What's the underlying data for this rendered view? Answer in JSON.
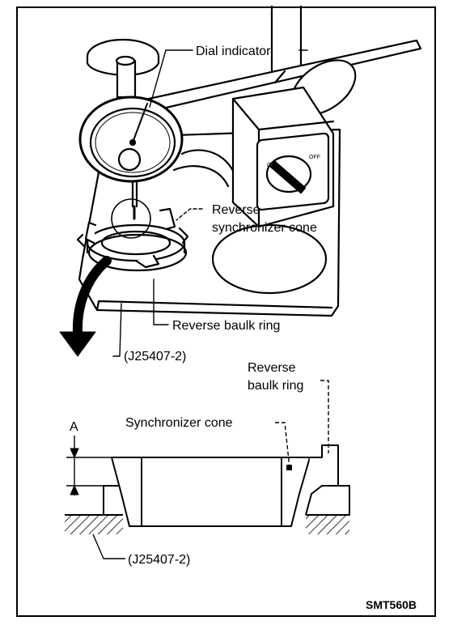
{
  "labels": {
    "dial_indicator": "Dial indicator",
    "reverse_sync_cone_1": "Reverse",
    "reverse_sync_cone_2": "synchronizer cone",
    "reverse_baulk_ring_top": "Reverse baulk ring",
    "tool_top": "(J25407-2)",
    "reverse_baulk_ring_bottom_1": "Reverse",
    "reverse_baulk_ring_bottom_2": "baulk ring",
    "synchronizer_cone": "Synchronizer cone",
    "dimension_a": "A",
    "tool_bottom": "(J25407-2)",
    "figure_code": "SMT560B"
  },
  "switch": {
    "on": "ON",
    "off": "OFF"
  },
  "icons": [
    "dial-indicator-icon",
    "magnetic-base-icon",
    "arrow-curve-icon",
    "hatch-ground-icon"
  ]
}
